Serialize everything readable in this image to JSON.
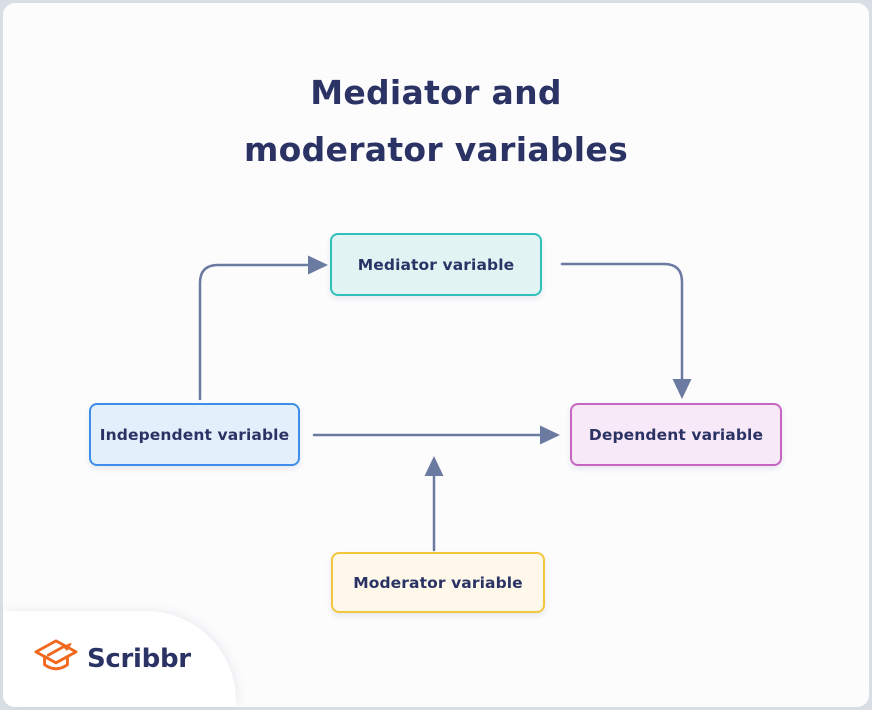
{
  "title": {
    "line1": "Mediator and",
    "line2": "moderator variables"
  },
  "diagram": {
    "nodes": [
      {
        "id": "mediator",
        "label": "Mediator variable"
      },
      {
        "id": "independent",
        "label": "Independent variable"
      },
      {
        "id": "dependent",
        "label": "Dependent variable"
      },
      {
        "id": "moderator",
        "label": "Moderator variable"
      }
    ],
    "edges": [
      {
        "from": "independent",
        "to": "mediator"
      },
      {
        "from": "mediator",
        "to": "dependent"
      },
      {
        "from": "independent",
        "to": "dependent"
      },
      {
        "from": "moderator",
        "to": "independent-dependent-arrow"
      }
    ]
  },
  "logo": {
    "text": "Scribbr",
    "icon": "graduation-cap-pencil-icon"
  },
  "colors": {
    "page_bg": "#d8dee4",
    "card_bg": "#fcfcfd",
    "plate_bg": "#ffffff",
    "text_navy": "#2b3365",
    "arrow": "#6b7aa0",
    "mediator_bg": "#e1f4f3",
    "mediator_border": "#2fc0bb",
    "independent_bg": "#e4effc",
    "independent_border": "#3e8de8",
    "dependent_bg": "#f8e9f8",
    "dependent_border": "#c765c2",
    "moderator_bg": "#fdf8ea",
    "moderator_border": "#f4c63e",
    "logo_orange": "#f1681f"
  }
}
